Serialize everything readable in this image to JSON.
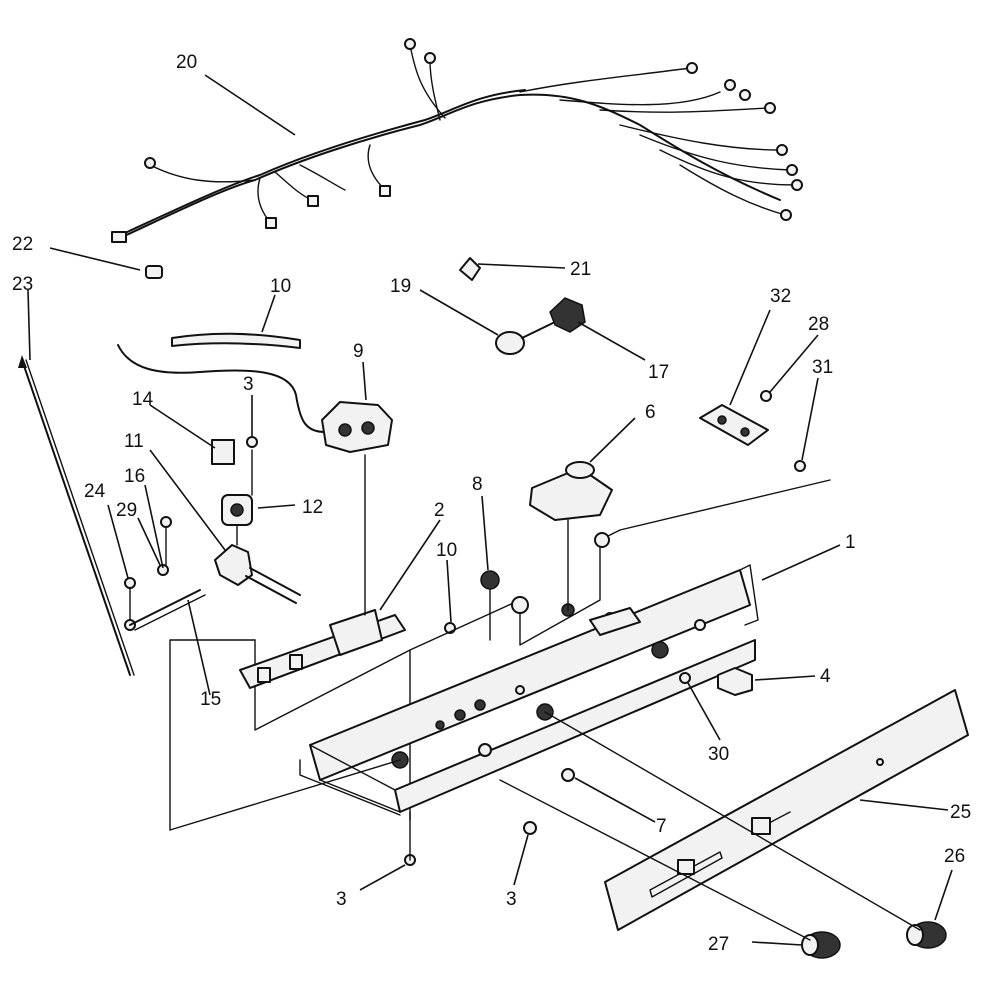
{
  "callouts": [
    {
      "id": "c20",
      "label": "20"
    },
    {
      "id": "c22",
      "label": "22"
    },
    {
      "id": "c23",
      "label": "23"
    },
    {
      "id": "c10a",
      "label": "10"
    },
    {
      "id": "c19",
      "label": "19"
    },
    {
      "id": "c21",
      "label": "21"
    },
    {
      "id": "c17",
      "label": "17"
    },
    {
      "id": "c32",
      "label": "32"
    },
    {
      "id": "c28",
      "label": "28"
    },
    {
      "id": "c31",
      "label": "31"
    },
    {
      "id": "c14",
      "label": "14"
    },
    {
      "id": "c3a",
      "label": "3"
    },
    {
      "id": "c9",
      "label": "9"
    },
    {
      "id": "c6",
      "label": "6"
    },
    {
      "id": "c11",
      "label": "11"
    },
    {
      "id": "c16",
      "label": "16"
    },
    {
      "id": "c12",
      "label": "12"
    },
    {
      "id": "c8",
      "label": "8"
    },
    {
      "id": "c24",
      "label": "24"
    },
    {
      "id": "c29",
      "label": "29"
    },
    {
      "id": "c2",
      "label": "2"
    },
    {
      "id": "c10b",
      "label": "10"
    },
    {
      "id": "c1",
      "label": "1"
    },
    {
      "id": "c15",
      "label": "15"
    },
    {
      "id": "c4",
      "label": "4"
    },
    {
      "id": "c30",
      "label": "30"
    },
    {
      "id": "c7",
      "label": "7"
    },
    {
      "id": "c25",
      "label": "25"
    },
    {
      "id": "c26",
      "label": "26"
    },
    {
      "id": "c3b",
      "label": "3"
    },
    {
      "id": "c3c",
      "label": "3"
    },
    {
      "id": "c27",
      "label": "27"
    }
  ]
}
